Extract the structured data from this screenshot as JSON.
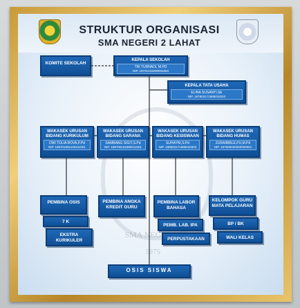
{
  "header": {
    "title": "STRUKTUR ORGANISASI",
    "subtitle": "SMA NEGERI 2 LAHAT"
  },
  "watermark": {
    "text": "SMA NEGERI 2",
    "year": "1975"
  },
  "boxes": {
    "komite": {
      "label": "KOMITE SEKOLAH"
    },
    "kepala_sekolah": {
      "label": "KEPALA SEKOLAH",
      "name": "TRI TURNADI, M.PD",
      "nip": "NIP. 19731216200031003"
    },
    "kepala_tata_usaha": {
      "label": "KEPALA TATA USAHA",
      "name": "ELINA SUSANTI,SE",
      "nip": "NIP. 197803171986032002"
    },
    "wakasek_kurikulum": {
      "label": "WAKASEK URUSAN BIDANG KURIKULUM",
      "name": "DWI TOLIA ROVA,P.Pd",
      "nip": "NIP. 198701091100411001"
    },
    "wakasek_sarana": {
      "label": "WAKASEK URUSAN BIDANG SARANA",
      "name": "SAMBANG SIGIT,S.Pd",
      "nip": "NIP. 198705161986011001"
    },
    "wakasek_kesiswaan": {
      "label": "WAKASEK URUSAN BIDANG KESISWAAN",
      "name": "SUHAYNI,S.Pd",
      "nip": "NIP. 198603171986032002"
    },
    "wakasek_humas": {
      "label": "WAKASEK URUSAN BIDANG HUMAS",
      "name": "ZURAIBIBLE,PU,M.Pd",
      "nip": "NIP. 197605030000000001"
    },
    "pembina_osis": {
      "label": "PEMBINA OSIS"
    },
    "tujuh_k": {
      "label": "7 K"
    },
    "ekstra_kurikuler": {
      "label": "EKSTRA KURIKULER"
    },
    "pembina_angka_kredit": {
      "label": "PEMBINA ANGKA KREDIT GURU"
    },
    "pembina_labor_bahasa": {
      "label": "PEMBINA LABOR BAHASA"
    },
    "pemb_lab_ipa": {
      "label": "PEMB. LAB. IPA"
    },
    "perpustakaan": {
      "label": "PERPUSTAKAAN"
    },
    "kelompok_guru": {
      "label": "KELOMPOK GURU MATA PELAJARAN"
    },
    "bp_bk": {
      "label": "BP / BK"
    },
    "wali_kelas": {
      "label": "WALI KELAS"
    },
    "osis_siswa": {
      "label": "OSIS SISWA"
    }
  }
}
